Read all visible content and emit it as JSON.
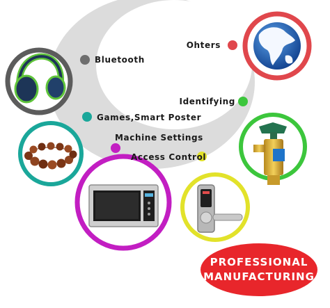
{
  "features": {
    "others": "Ohters",
    "bluetooth": "Bluetooth",
    "identifying": "Identifying",
    "games": "Games,Smart Poster",
    "machine": "Machine Settings",
    "access": "Access Control"
  },
  "badge": {
    "line1": "PROFESSIONAL",
    "line2": "MANUFACTURING"
  },
  "icons": {
    "headphones": "headphones-icon",
    "globe": "globe-icon",
    "bracelet": "bracelet-icon",
    "valve": "gas-valve-icon",
    "microwave": "microwave-icon",
    "lock": "door-lock-icon"
  },
  "colors": {
    "others_dot": "#e0474c",
    "bluetooth_dot": "#6e6e6e",
    "identifying_dot": "#3cc63c",
    "games_dot": "#1aa79a",
    "machine_dot": "#c21ec2",
    "access_dot": "#e2e22a",
    "badge": "#e8262b",
    "crescent": "#dcdcdc"
  }
}
